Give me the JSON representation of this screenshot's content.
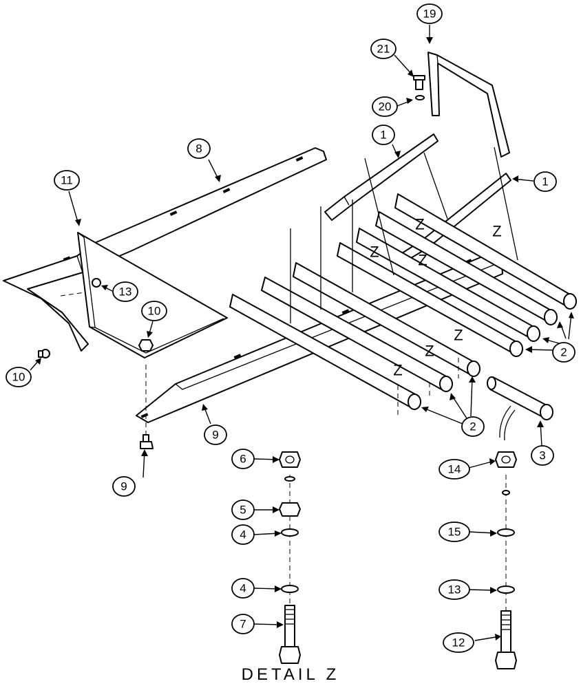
{
  "caption": "DETAIL Z",
  "zone_marker": "Z",
  "callouts": [
    {
      "label": "19"
    },
    {
      "label": "21"
    },
    {
      "label": "20"
    },
    {
      "label": "1"
    },
    {
      "label": "1"
    },
    {
      "label": "8"
    },
    {
      "label": "11"
    },
    {
      "label": "13"
    },
    {
      "label": "10"
    },
    {
      "label": "10"
    },
    {
      "label": "2"
    },
    {
      "label": "2"
    },
    {
      "label": "3"
    },
    {
      "label": "9"
    },
    {
      "label": "9"
    },
    {
      "label": "6"
    },
    {
      "label": "5"
    },
    {
      "label": "4"
    },
    {
      "label": "4"
    },
    {
      "label": "7"
    },
    {
      "label": "14"
    },
    {
      "label": "15"
    },
    {
      "label": "13"
    },
    {
      "label": "12"
    }
  ]
}
